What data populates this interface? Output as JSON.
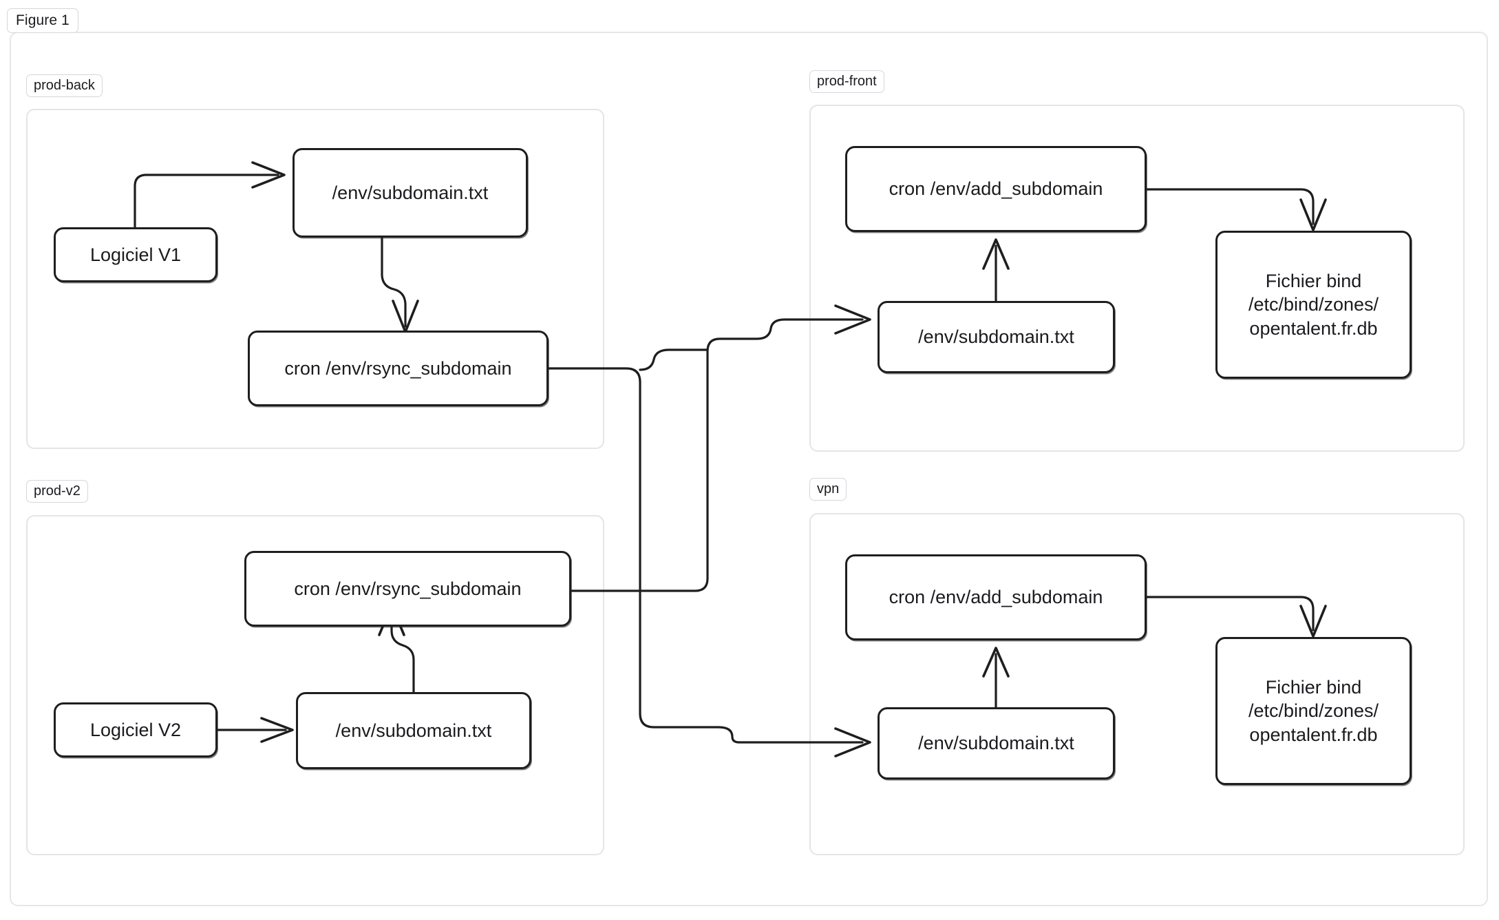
{
  "figure": {
    "label": "Figure 1"
  },
  "canvas": {
    "accent_stroke": "#1e1e1e",
    "frame_border": "#e6e6ea",
    "group_border": "#e4e4e9",
    "background": "#ffffff"
  },
  "groups": [
    {
      "id": "prod-back",
      "label": "prod-back"
    },
    {
      "id": "prod-front",
      "label": "prod-front"
    },
    {
      "id": "prod-v2",
      "label": "prod-v2"
    },
    {
      "id": "vpn",
      "label": "vpn"
    }
  ],
  "nodes": {
    "back_logiciel": {
      "label": "Logiciel V1"
    },
    "back_subdomain": {
      "label": "/env/subdomain.txt"
    },
    "back_rsync": {
      "label": "cron /env/rsync_subdomain"
    },
    "v2_logiciel": {
      "label": "Logiciel V2"
    },
    "v2_subdomain": {
      "label": "/env/subdomain.txt"
    },
    "v2_rsync": {
      "label": "cron /env/rsync_subdomain"
    },
    "front_add": {
      "label": "cron /env/add_subdomain"
    },
    "front_subdomain": {
      "label": "/env/subdomain.txt"
    },
    "front_bind": {
      "line1": "Fichier bind",
      "line2": "/etc/bind/zones/",
      "line3": "opentalent.fr.db"
    },
    "vpn_add": {
      "label": "cron /env/add_subdomain"
    },
    "vpn_subdomain": {
      "label": "/env/subdomain.txt"
    },
    "vpn_bind": {
      "line1": "Fichier bind",
      "line2": "/etc/bind/zones/",
      "line3": "opentalent.fr.db"
    }
  },
  "edges": [
    {
      "from": "back_logiciel",
      "to": "back_subdomain",
      "arrow": true
    },
    {
      "from": "back_subdomain",
      "to": "back_rsync",
      "arrow": true
    },
    {
      "from": "back_rsync",
      "to": "vpn_subdomain",
      "arrow": true
    },
    {
      "from": "v2_logiciel",
      "to": "v2_subdomain",
      "arrow": true
    },
    {
      "from": "v2_subdomain",
      "to": "v2_rsync",
      "arrow": true
    },
    {
      "from": "v2_rsync",
      "to": "front_subdomain",
      "arrow": true
    },
    {
      "from": "front_subdomain",
      "to": "front_add",
      "arrow": true
    },
    {
      "from": "front_add",
      "to": "front_bind",
      "arrow": true
    },
    {
      "from": "vpn_subdomain",
      "to": "vpn_add",
      "arrow": true
    },
    {
      "from": "vpn_add",
      "to": "vpn_bind",
      "arrow": true
    }
  ]
}
